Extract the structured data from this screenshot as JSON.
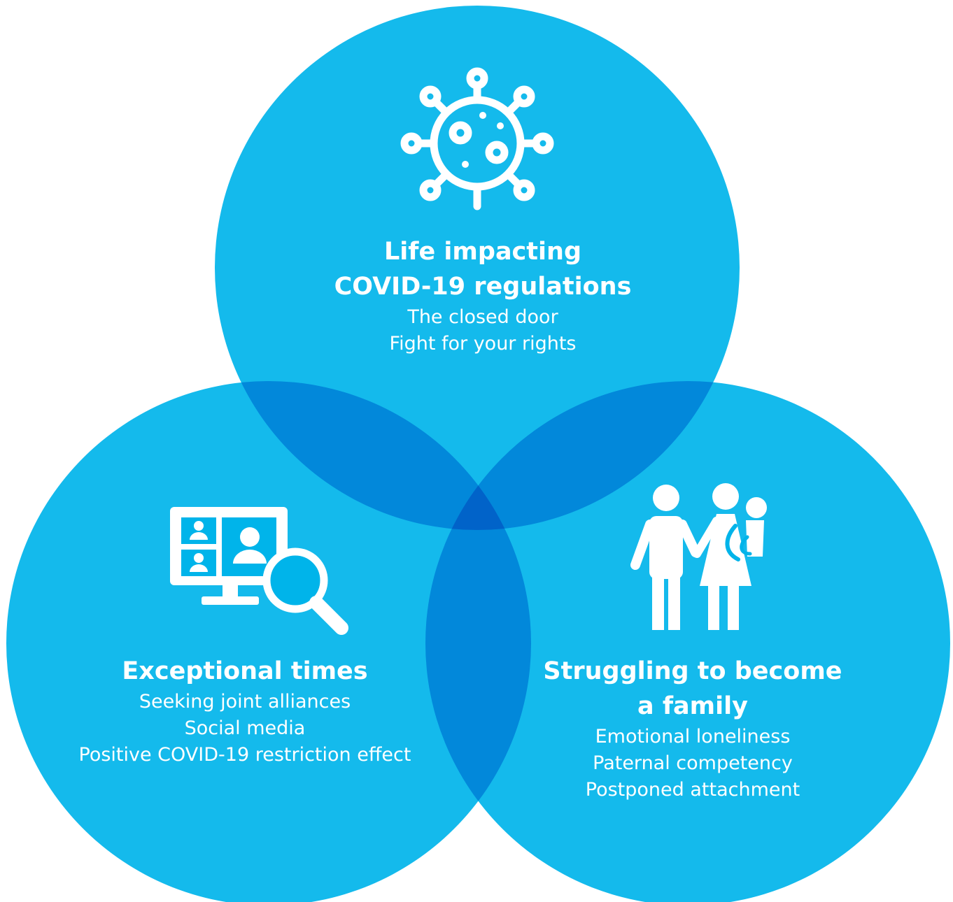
{
  "colors": {
    "circle_fill": "#00b4ea",
    "text": "#ffffff",
    "background": "#ffffff"
  },
  "top": {
    "icon": "virus-icon",
    "heading_line1": "Life impacting",
    "heading_line2": "COVID-19 regulations",
    "items": [
      "The closed door",
      "Fight for your rights"
    ]
  },
  "left": {
    "icon": "video-call-search-icon",
    "heading_line1": "Exceptional times",
    "items": [
      "Seeking joint alliances",
      "Social media",
      "Positive COVID-19 restriction effect"
    ]
  },
  "right": {
    "icon": "family-icon",
    "heading_line1": "Struggling to become",
    "heading_line2": "a family",
    "items": [
      "Emotional loneliness",
      "Paternal competency",
      "Postponed attachment"
    ]
  }
}
